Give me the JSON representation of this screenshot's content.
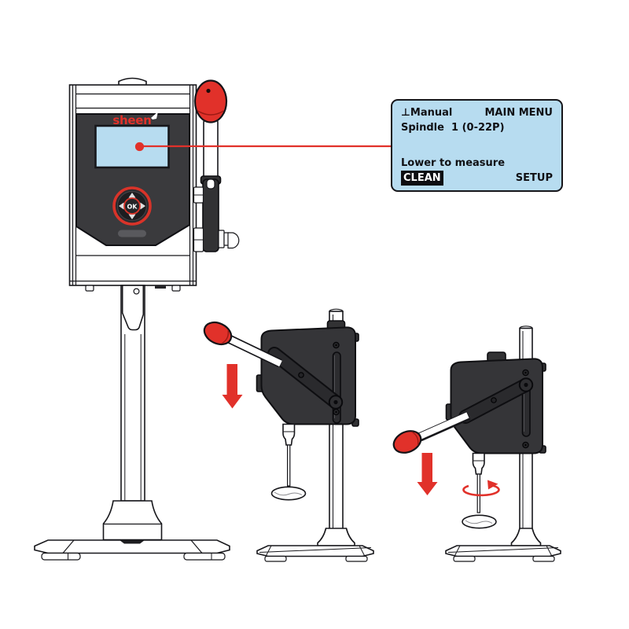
{
  "device": {
    "brand": "sheen",
    "ok_button": "OK"
  },
  "callout": {
    "bg_color": "#b7dcf0",
    "position_icon": "⊥",
    "line1_left": "Manual",
    "line1_right": "MAIN MENU",
    "line2": "Spindle  1 (0-22P)",
    "line3": "Lower to measure",
    "line4_left": "CLEAN",
    "line4_right": "SETUP"
  },
  "colors": {
    "accent_red": "#e1312a",
    "housing_dark": "#3a3a3d",
    "screen_blue": "#b7dcf0",
    "outline": "#17171b"
  },
  "icons": {
    "nav_pad": [
      "up-arrow-icon",
      "down-arrow-icon",
      "left-arrow-icon",
      "right-arrow-icon"
    ],
    "annotations": [
      "down-arrow-icon",
      "down-arrow-icon",
      "rotation-arrow-icon"
    ]
  }
}
